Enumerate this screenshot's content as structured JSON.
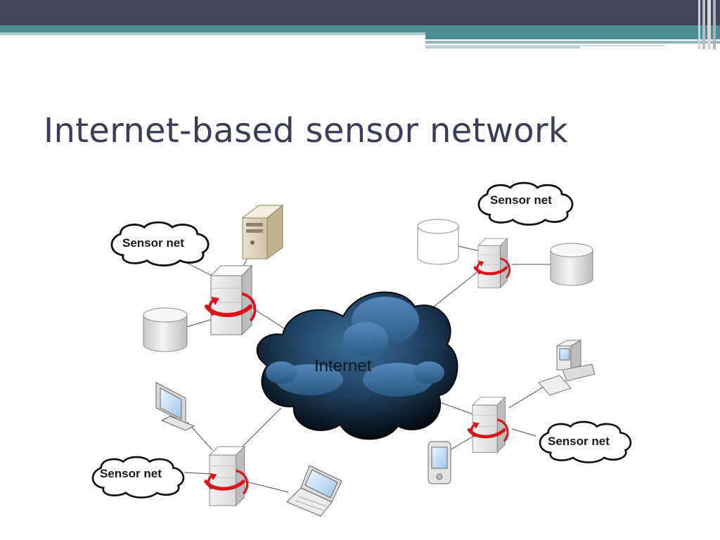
{
  "slide": {
    "title": "Internet-based sensor network"
  },
  "diagram": {
    "internet_label": "Internet",
    "sensor_clouds": [
      {
        "label": "Sensor net"
      },
      {
        "label": "Sensor net"
      },
      {
        "label": "Sensor net"
      },
      {
        "label": "Sensor net"
      }
    ]
  },
  "theme": {
    "header_dark": "#424456",
    "header_teal": "#4a8d92",
    "title_color": "#3b3d56",
    "arrow_red": "#d8151b"
  }
}
